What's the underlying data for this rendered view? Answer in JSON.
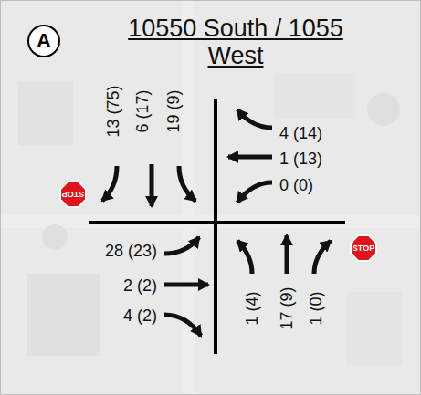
{
  "diagram": {
    "title": "10550 South / 1055 West",
    "nodes": [
      {
        "text": [
          "A"
        ]
      },
      {
        "text": [
          "STOP"
        ]
      },
      {
        "text": [
          "STOP"
        ]
      }
    ],
    "labels": [
      "13 (75)",
      "6 (17)",
      "19 (9)",
      "4 (14)",
      "1 (13)",
      "0 (0)",
      "28 (23)",
      "2 (2)",
      "4 (2)",
      "1 (4)",
      "17 (9)",
      "1 (0)"
    ]
  }
}
